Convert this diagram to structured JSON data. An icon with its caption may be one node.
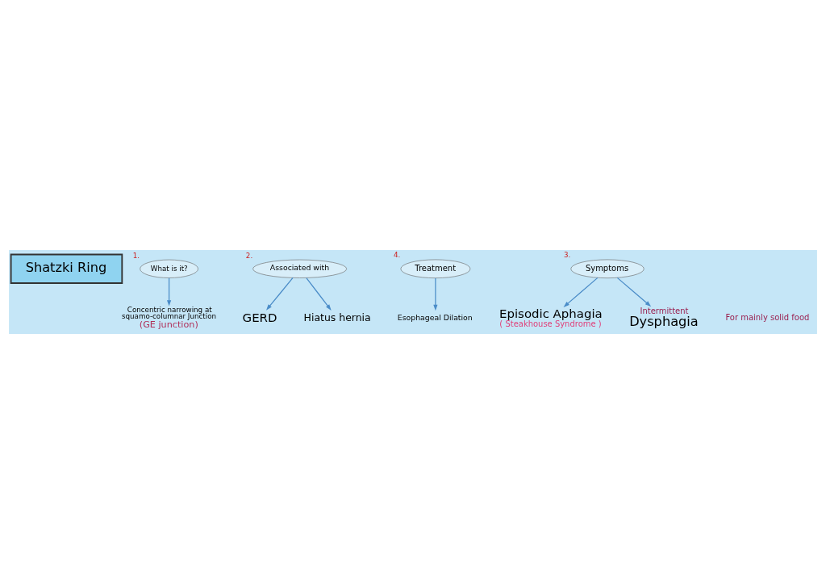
{
  "diagram": {
    "nodes": [
      {
        "text": [
          "Shatzki Ring"
        ]
      },
      {
        "text": [
          "What is it?"
        ],
        "beside": [
          "1."
        ]
      },
      {
        "text": [
          "Concentric narrowing at squamo-columnar Junction",
          "(GE junction)"
        ]
      },
      {
        "text": [
          "Associated with"
        ],
        "beside": [
          "2."
        ]
      },
      {
        "text": [
          "GERD"
        ]
      },
      {
        "text": [
          "Hiatus hernia"
        ]
      },
      {
        "text": [
          "Treatment"
        ],
        "beside": [
          "4."
        ]
      },
      {
        "text": [
          "Esophageal Dilation"
        ]
      },
      {
        "text": [
          "Symptoms"
        ],
        "beside": [
          "3."
        ]
      },
      {
        "text": [
          "Episodic Aphagia",
          "( Steakhouse Syndrome )"
        ]
      },
      {
        "text": [
          "Intermittent",
          "Dysphagia"
        ]
      }
    ],
    "edges": [
      {
        "from": 1,
        "to": 2,
        "arrow": "to"
      },
      {
        "from": 3,
        "to": 4,
        "arrow": "to"
      },
      {
        "from": 3,
        "to": 5,
        "arrow": "to"
      },
      {
        "from": 6,
        "to": 7,
        "arrow": "to"
      },
      {
        "from": 8,
        "to": 9,
        "arrow": "to"
      },
      {
        "from": 8,
        "to": 10,
        "arrow": "to"
      }
    ],
    "labels": [
      "For mainly solid food"
    ]
  }
}
